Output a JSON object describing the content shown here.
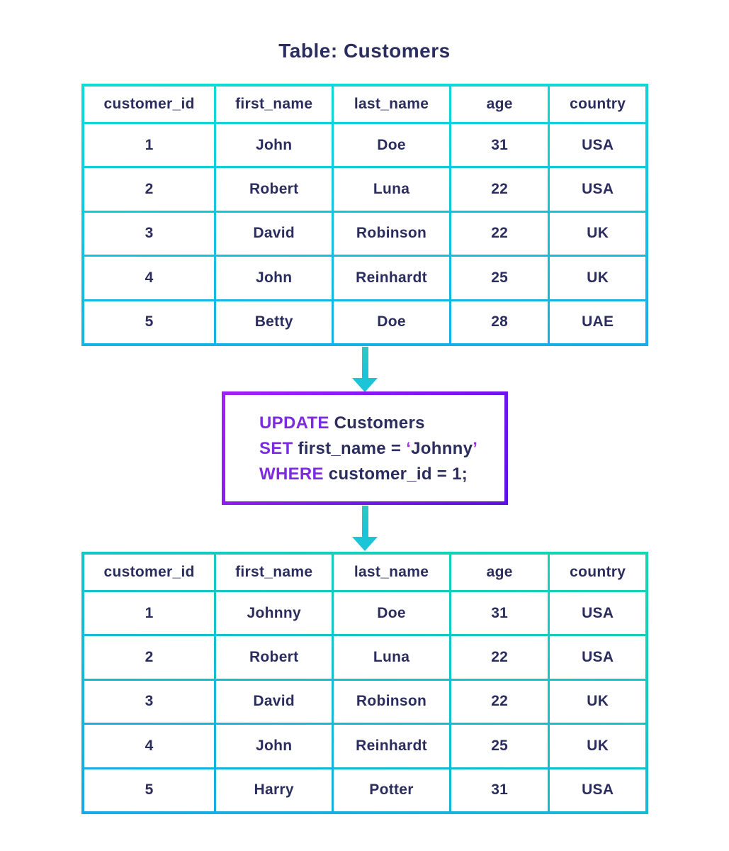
{
  "title": "Table: Customers",
  "colors": {
    "background": "#ffffff",
    "text_navy": "#2b2d5e",
    "table_border_top": "#0edcd2",
    "table_border_bottom": "#18ace8",
    "sql_box_border_start": "#a320f6",
    "sql_box_border_end": "#5a11e2",
    "sql_keyword": "#7c2be0",
    "sql_quote": "#a42bf2",
    "arrow": "#1cc4d8"
  },
  "table_before": {
    "headers": [
      "customer_id",
      "first_name",
      "last_name",
      "age",
      "country"
    ],
    "rows": [
      [
        "1",
        "John",
        "Doe",
        "31",
        "USA"
      ],
      [
        "2",
        "Robert",
        "Luna",
        "22",
        "USA"
      ],
      [
        "3",
        "David",
        "Robinson",
        "22",
        "UK"
      ],
      [
        "4",
        "John",
        "Reinhardt",
        "25",
        "UK"
      ],
      [
        "5",
        "Betty",
        "Doe",
        "28",
        "UAE"
      ]
    ]
  },
  "sql": {
    "line1": {
      "keyword": "UPDATE",
      "text": " Customers"
    },
    "line2": {
      "keyword": "SET",
      "text": " first_name = ",
      "open_quote": "‘",
      "value": "Johnny",
      "close_quote": "’"
    },
    "line3": {
      "keyword": "WHERE",
      "text": " customer_id = 1;"
    }
  },
  "table_after": {
    "headers": [
      "customer_id",
      "first_name",
      "last_name",
      "age",
      "country"
    ],
    "rows": [
      [
        "1",
        "Johnny",
        "Doe",
        "31",
        "USA"
      ],
      [
        "2",
        "Robert",
        "Luna",
        "22",
        "USA"
      ],
      [
        "3",
        "David",
        "Robinson",
        "22",
        "UK"
      ],
      [
        "4",
        "John",
        "Reinhardt",
        "25",
        "UK"
      ],
      [
        "5",
        "Harry",
        "Potter",
        "31",
        "USA"
      ]
    ]
  },
  "icons": {
    "arrow_1": "arrow-down-icon",
    "arrow_2": "arrow-down-icon"
  }
}
